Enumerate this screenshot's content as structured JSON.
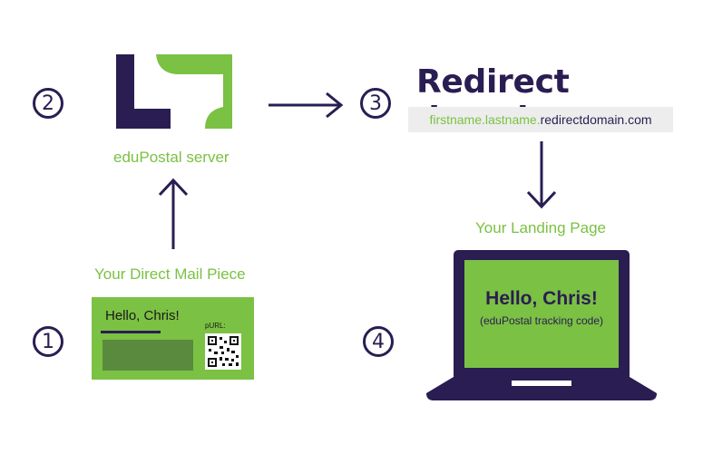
{
  "steps": {
    "one": "1",
    "two": "2",
    "three": "3",
    "four": "4"
  },
  "server": {
    "label": "eduPostal server",
    "logo_icon": "edupostal-logo-icon"
  },
  "redirect": {
    "title": "Redirect domain",
    "url_part_green": "firstname.lastname.",
    "url_part_purple": "redirectdomain",
    "url_part_tld": ".com"
  },
  "landing": {
    "label": "Your Landing Page",
    "greeting": "Hello, Chris!",
    "note": "(eduPostal tracking code)"
  },
  "mail": {
    "label": "Your Direct Mail Piece",
    "greeting": "Hello, Chris!",
    "purl_label": "pURL:",
    "qr_icon": "qr-code-icon"
  },
  "colors": {
    "purple": "#2a1d52",
    "green": "#7bc143",
    "dark_green": "#5a8a3e",
    "url_bg": "#ededed"
  }
}
